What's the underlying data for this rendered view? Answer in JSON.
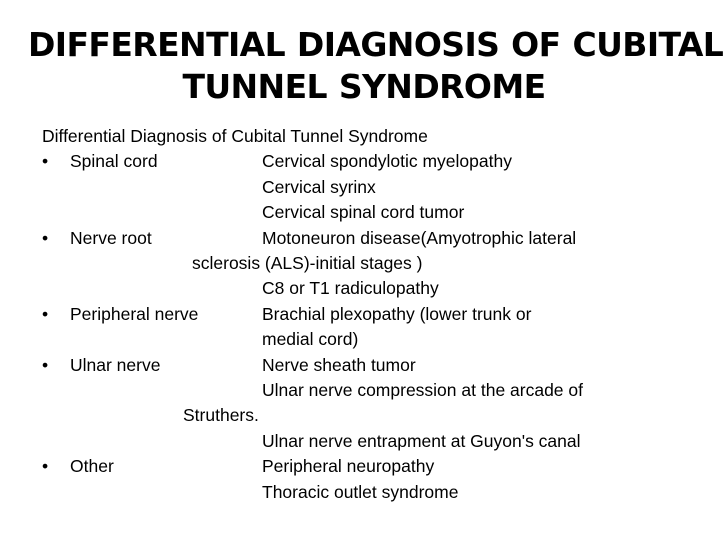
{
  "slide": {
    "background_color": "#ffffff",
    "text_color": "#000000",
    "title": {
      "line1": "DIFFERENTIAL DIAGNOSIS OF CUBITAL",
      "line2": "TUNNEL SYNDROME"
    },
    "body": {
      "lead_line": "Differential Diagnosis of Cubital Tunnel Syndrome",
      "bullet_glyph": "•",
      "rows": [
        {
          "label": "Spinal cord",
          "entries": [
            "Cervical spondylotic myelopathy",
            "Cervical syrinx",
            "Cervical spinal cord tumor"
          ]
        },
        {
          "label": "Nerve root",
          "entries": [
            "Motoneuron disease(Amyotrophic lateral",
            "sclerosis (ALS)-initial stages )",
            "C8 or T1 radiculopathy"
          ]
        },
        {
          "label": "Peripheral nerve",
          "entries": [
            "Brachial plexopathy (lower trunk or",
            "medial cord)"
          ]
        },
        {
          "label": "Ulnar nerve",
          "entries": [
            "Nerve sheath tumor",
            "Ulnar nerve compression at the arcade of",
            "Struthers.",
            "Ulnar nerve entrapment at Guyon's canal"
          ]
        },
        {
          "label": "Other",
          "entries": [
            "Peripheral neuropathy",
            "Thoracic outlet syndrome"
          ]
        }
      ]
    }
  }
}
